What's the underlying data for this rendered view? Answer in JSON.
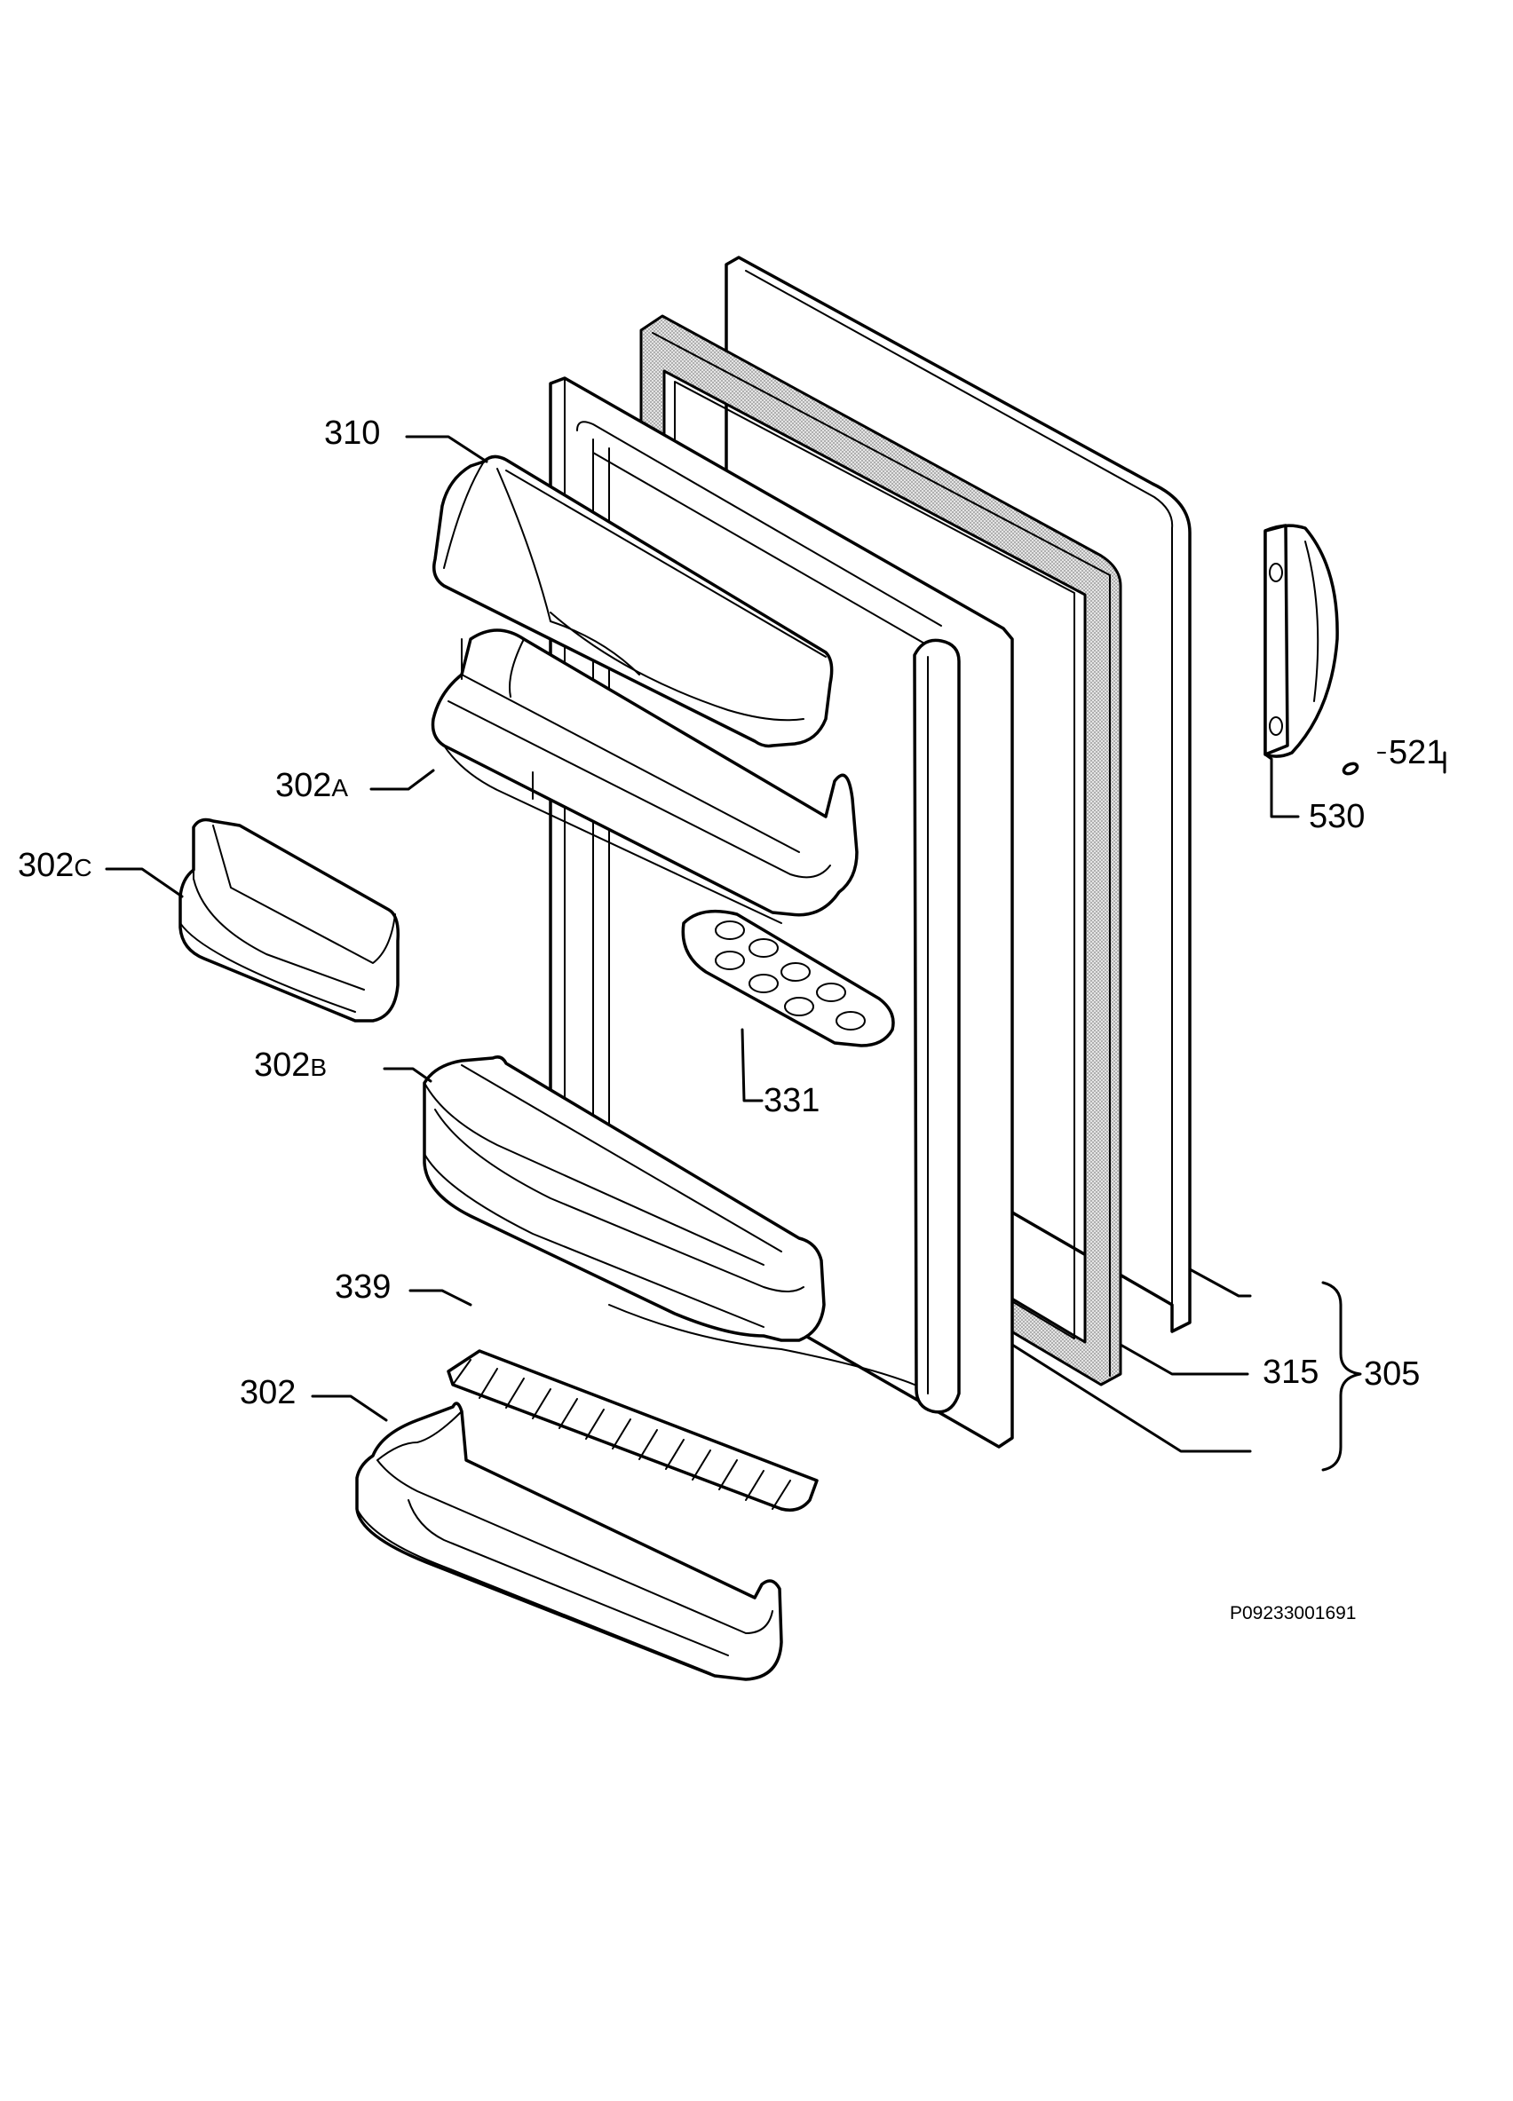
{
  "labels": {
    "p310": "310",
    "p302a": "302",
    "p302a_suffix": "A",
    "p302c": "302",
    "p302c_suffix": "C",
    "p302b": "302",
    "p302b_suffix": "B",
    "p331": "331",
    "p339": "339",
    "p302": "302",
    "p315": "315",
    "p305": "305",
    "p521": "521",
    "p530": "530"
  },
  "drawing_code": "P09233001691",
  "colors": {
    "line": "#000000",
    "background": "#ffffff",
    "gasket_fill": "#d8d8d8"
  }
}
